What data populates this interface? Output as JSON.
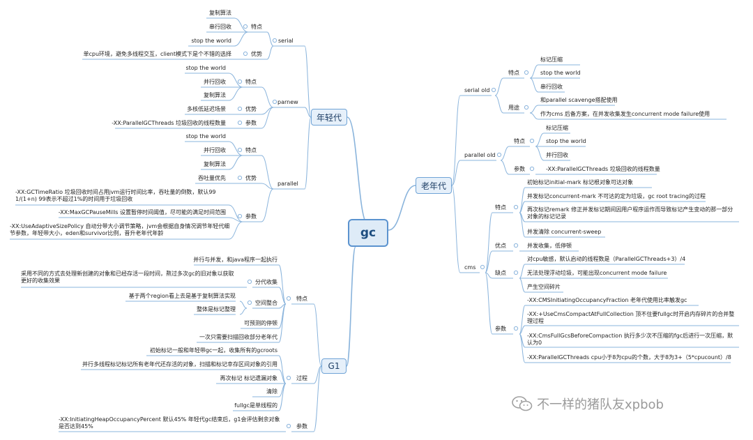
{
  "root": "gc",
  "categories": {
    "young": "年轻代",
    "old": "老年代",
    "g1": "G1"
  },
  "serial": {
    "label": "serial",
    "features_label": "特点",
    "features": [
      "复制算法",
      "串行回收",
      "stop the world"
    ],
    "advantages_label": "优势",
    "advantage": "单cpu环境，避免多线程交互，client模式下是个不错的选择"
  },
  "parnew": {
    "label": "parnew",
    "features_label": "特点",
    "features": [
      "stop the world",
      "并行回收",
      "复制算法"
    ],
    "advantages_label": "优势",
    "advantage": "多核低延迟场景",
    "params_label": "参数",
    "param": "-XX:ParallelGCThreads 垃圾回收的线程数量"
  },
  "parallel": {
    "label": "parallel",
    "features_label": "特点",
    "features": [
      "stop the world",
      "并行回收",
      "复制算法"
    ],
    "advantages_label": "优势",
    "advantage": "吞吐量优先",
    "params_label": "参数",
    "params": [
      "-XX:GCTimeRatio 垃圾回收时间占用jvm运行时间比率，吞吐量的倒数，默认99   1/(1+n)   99表示不超过1%的时间用于垃圾回收",
      "-XX:MaxGCPauseMills 设置暂停时间阈值，尽可能的满足时间范围",
      "-XX:UseAdaptiveSizePolicy 自动分带大小调节策略，jvm会根据自身情况调节年轻代细节参数，年轻带大小，eden和survivor比例，晋升老年代年龄"
    ]
  },
  "serial_old": {
    "label": "serial old",
    "features_label": "特点",
    "features": [
      "标记压缩",
      "stop the world",
      "串行回收"
    ],
    "usage_label": "用途",
    "usage": [
      "和parallel scavenge搭配使用",
      "作为cms 后备方案，在并发收集发生concurrent mode failure使用"
    ]
  },
  "parallel_old": {
    "label": "parallel old",
    "features_label": "特点",
    "features": [
      "标记压缩",
      "stop the world",
      "并行回收"
    ],
    "params_label": "参数",
    "param": "-XX:ParallelGCThreads 垃圾回收的线程数量"
  },
  "cms": {
    "label": "cms",
    "features_label": "特点",
    "features": [
      "初始标记initial-mark 标记根对象可达对象",
      "并发标记concurrent-mark 不可达的定为垃圾，gc root tracing的过程",
      "再次标记remark 修正并发标记期间因用户程序运作而导致标记产生变动的那一部分对象的标记记录",
      "并发清除 concurrent-sweep"
    ],
    "advantages_label": "优点",
    "advantage": "并发收集，低停顿",
    "disadvantages_label": "缺点",
    "disadvantages": [
      "对cpu敏感，默认启动的线程数是（ParallelGCThreads+3）/4",
      "无法处理浮动垃圾，可能出现concurrent mode failure",
      "产生空间碎片"
    ],
    "params_label": "参数",
    "params": [
      "-XX:CMSInitiatingOccupancyFraction  老年代使用比率触发gc",
      "-XX:+UseCmsCompactAtFullCollection 顶不住要fullgc时开启内存碎片的合并整理过程",
      "-XX:CmsFullGcsBeforeCompaction 执行多少次不压缩的fgc后进行一次压缩，默认为0",
      "-XX:ParallelGCThreads cpu小于8为cpu的个数，大于8为3+（5*cpucount）/8"
    ]
  },
  "g1": {
    "features_label": "特点",
    "feature_concurrent": "并行与并发，和java程序一起执行",
    "generational_label": "分代收集",
    "generational": "采用不同的方式去处理新创建的对象和已经存活一段时间，熬过多次gc的旧对象以获取更好的收集效果",
    "space_label": "空间整合",
    "space": [
      "基于两个region看上去是基于复制算法实现",
      "整体是标记整理"
    ],
    "predictable": "可预测的停顿",
    "partial_old": "一次只需要扫描回收部分老年代",
    "process_label": "过程",
    "process": [
      "初始标记一般和年轻带gc一起，收集所有的gcroots",
      "并行多线程标记标记所有老年代还存活的对象，扫描和标记幸存区间对象的引用",
      "再次标记 标记遗漏对象",
      "清除",
      "fullgc是单线程的"
    ],
    "params_label": "参数",
    "param": "-XX:InitiatingHeapOccupancyPercent 默认45% 年轻代gc结束后，g1会评估剩余对象是否达到45%"
  },
  "watermark": "不一样的猪队友xpbob",
  "colors": {
    "line": "#8ab4dc",
    "box_border": "#6fa3d6",
    "box_fill": "#e6f0fa"
  }
}
